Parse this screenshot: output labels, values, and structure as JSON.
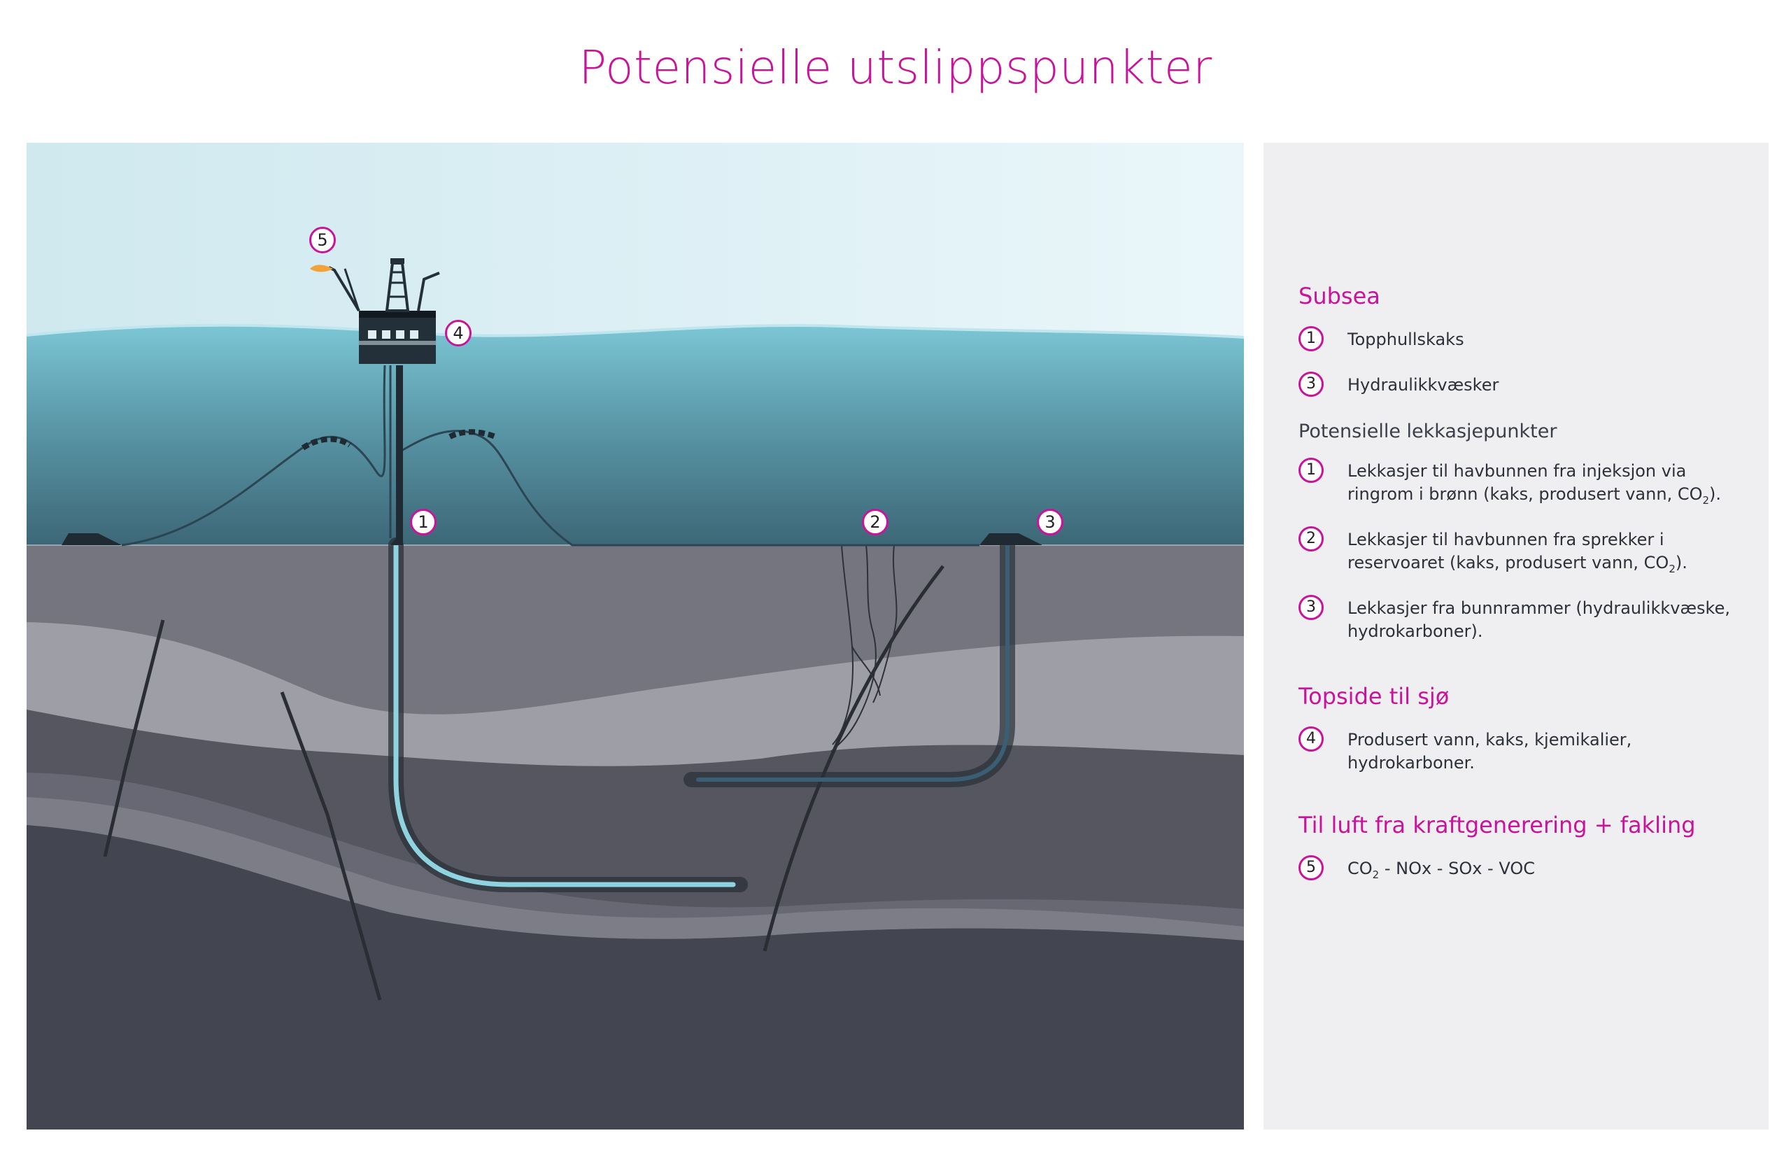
{
  "title": "Potensielle utslippspunkter",
  "colors": {
    "accent": "#c8139a",
    "sea_top": "#7cc6d5",
    "sea_bottom": "#3d6a7a",
    "sky": "#dff1f6",
    "well": "#8fd3e0",
    "panel_bg": "#efeff2"
  },
  "markers": [
    "1",
    "2",
    "3",
    "4",
    "5"
  ],
  "legend": {
    "subsea": {
      "heading": "Subsea",
      "items": [
        {
          "num": "1",
          "text": "Topphullskaks"
        },
        {
          "num": "3",
          "text": "Hydraulikkvæsker"
        }
      ]
    },
    "leak": {
      "heading": "Potensielle lekkasjepunkter",
      "items": [
        {
          "num": "1",
          "line1": "Lekkasjer til havbunnen fra injeksjon via",
          "line2a": "ringrom i brønn (kaks, produsert vann, CO",
          "sub": "2",
          "line2b": ")."
        },
        {
          "num": "2",
          "line1": "Lekkasjer til havbunnen fra sprekker i",
          "line2a": "reservoaret (kaks, produsert vann, CO",
          "sub": "2",
          "line2b": ")."
        },
        {
          "num": "3",
          "line1": "Lekkasjer fra bunnrammer (hydraulikkvæske,",
          "line2": "hydrokarboner)."
        }
      ]
    },
    "topside": {
      "heading": "Topside til sjø",
      "items": [
        {
          "num": "4",
          "line1": "Produsert vann, kaks, kjemikalier,",
          "line2": "hydrokarboner."
        }
      ]
    },
    "air": {
      "heading": "Til luft fra kraftgenerering + fakling",
      "items": [
        {
          "num": "5",
          "pre": "CO",
          "sub": "2",
          "post": " - NOx - SOx - VOC"
        }
      ]
    }
  }
}
